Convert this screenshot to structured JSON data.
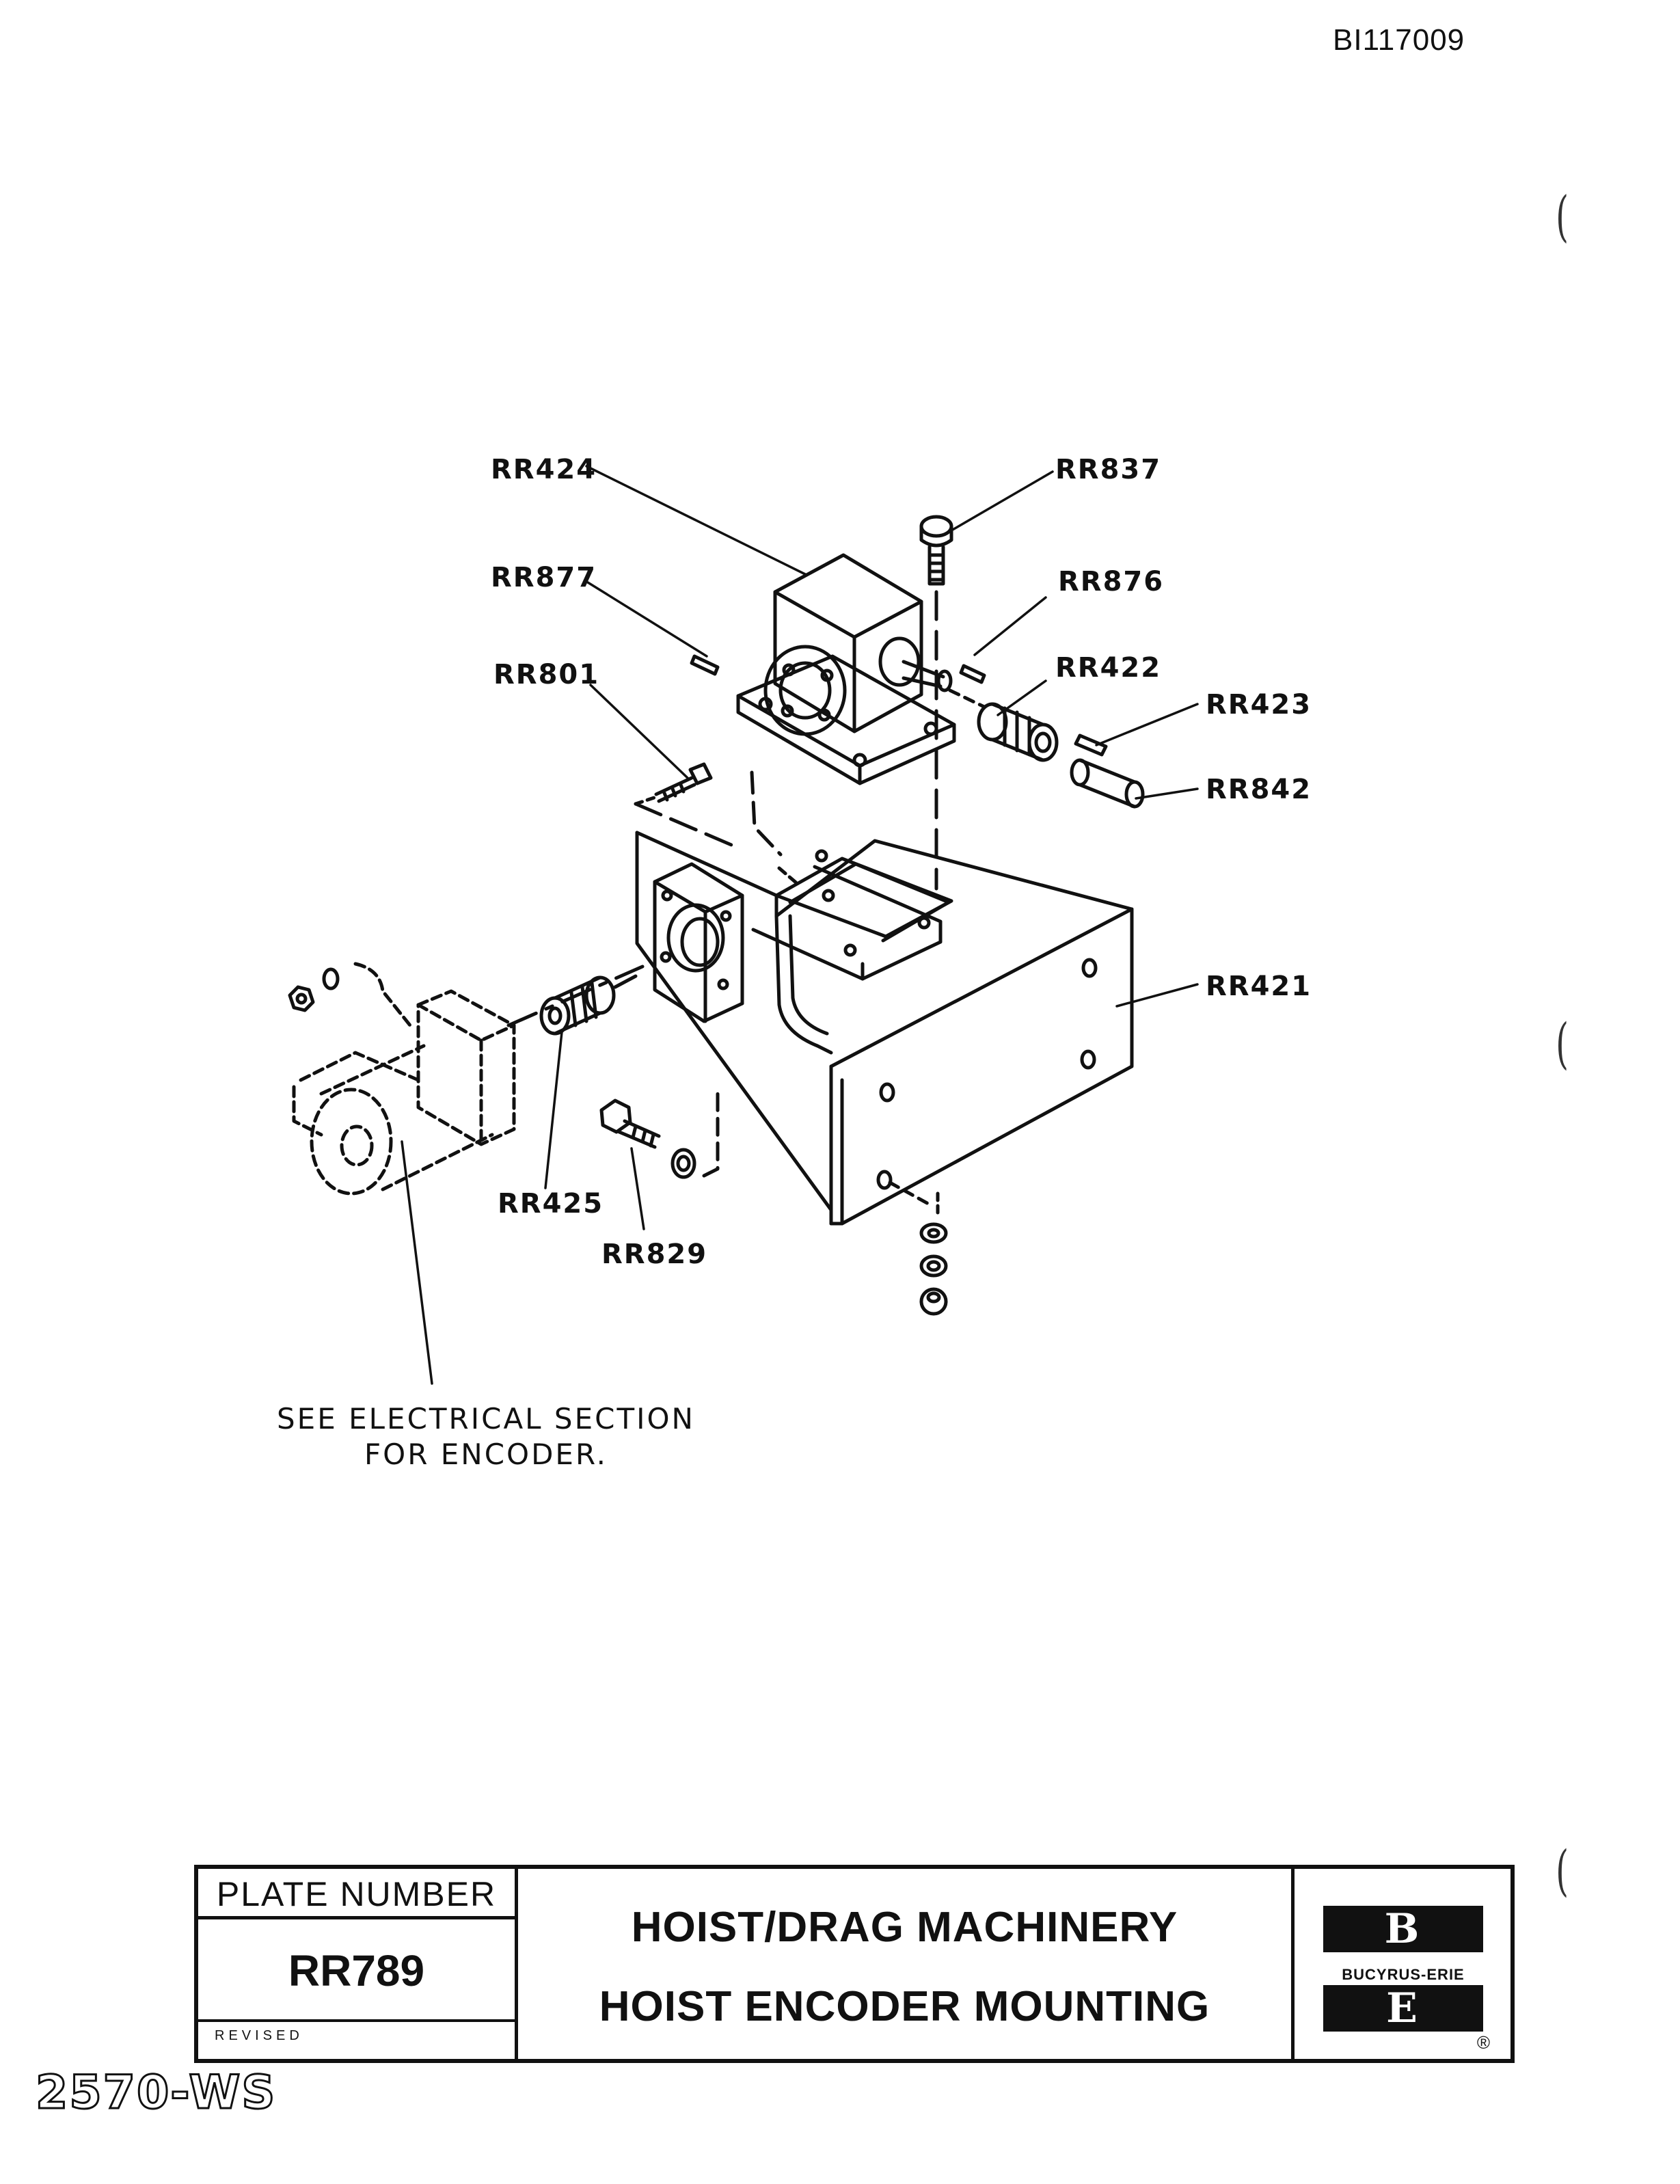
{
  "document": {
    "doc_id": "BI117009",
    "sheet_id": "2570-WS"
  },
  "callouts": [
    {
      "key": "rr424",
      "label": "RR424"
    },
    {
      "key": "rr837",
      "label": "RR837"
    },
    {
      "key": "rr877",
      "label": "RR877"
    },
    {
      "key": "rr876",
      "label": "RR876"
    },
    {
      "key": "rr801",
      "label": "RR801"
    },
    {
      "key": "rr422",
      "label": "RR422"
    },
    {
      "key": "rr423",
      "label": "RR423"
    },
    {
      "key": "rr842",
      "label": "RR842"
    },
    {
      "key": "rr421",
      "label": "RR421"
    },
    {
      "key": "rr425",
      "label": "RR425"
    },
    {
      "key": "rr829",
      "label": "RR829"
    }
  ],
  "note": {
    "line1": "SEE ELECTRICAL SECTION",
    "line2": "FOR ENCODER."
  },
  "title_block": {
    "plate_number_label": "PLATE NUMBER",
    "plate_number": "RR789",
    "revised_label": "REVISED",
    "title_line1": "HOIST/DRAG MACHINERY",
    "title_line2": "HOIST ENCODER MOUNTING",
    "logo_top": "B",
    "logo_name": "BUCYRUS-ERIE",
    "logo_bottom": "E",
    "registered_mark": "®"
  }
}
